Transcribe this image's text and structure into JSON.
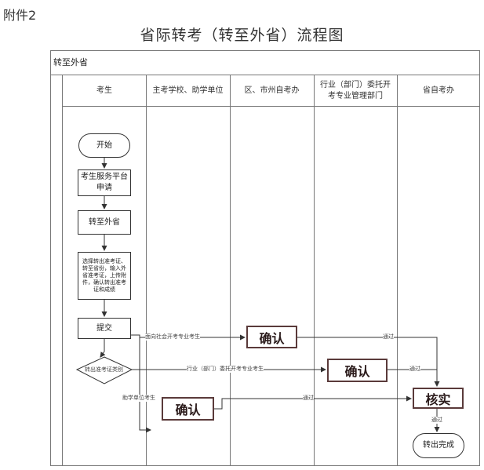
{
  "attachment": "附件2",
  "title": "省际转考（转至外省）流程图",
  "frame_title": "转至外省",
  "columns": [
    "考生",
    "主考学校、助学单位",
    "区、市州自考办",
    "行业（部门）委托开考专业管理部门",
    "省自考办"
  ],
  "nodes": {
    "start": "开始",
    "apply": "考生服务平台申请",
    "transfer": "转至外省",
    "select": "选择转出准考证、转至省份，输入外省准考证，上传附件，确认转出准考证和成绩",
    "submit": "提交",
    "decision": "转出准考证类别",
    "confirm_city": "确认",
    "confirm_industry": "确认",
    "confirm_assist": "确认",
    "verify": "核实",
    "done": "转出完成"
  },
  "edge_labels": {
    "social": "面向社会开考专业考生",
    "industry": "行业（部门）委托开考专业考生",
    "assist": "助学单位考生",
    "pass1": "通过",
    "pass2": "通过",
    "pass3": "通过",
    "pass4": "通过"
  }
}
